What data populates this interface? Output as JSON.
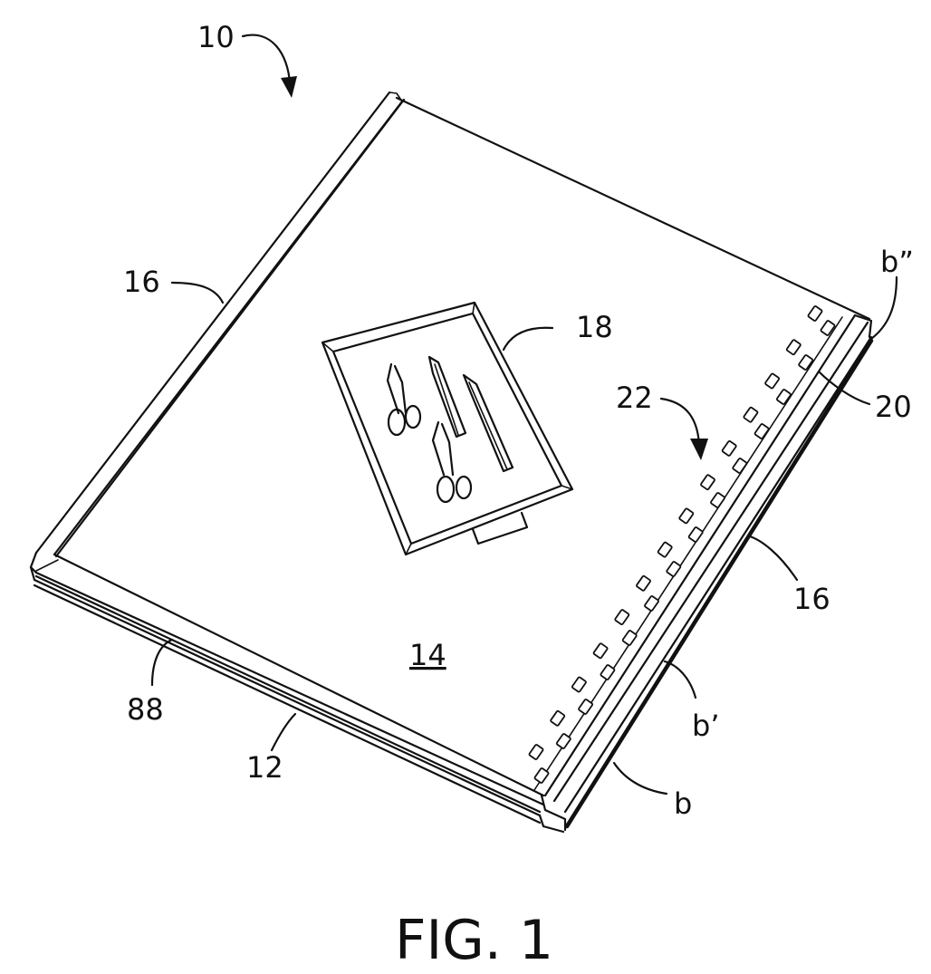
{
  "figure": {
    "caption": "FIG. 1",
    "labels": {
      "ref_10": "10",
      "ref_16_left": "16",
      "ref_18": "18",
      "ref_22": "22",
      "ref_20": "20",
      "ref_b_double_prime": "b”",
      "ref_16_right": "16",
      "ref_14": "14",
      "ref_b_prime": "b’",
      "ref_88": "88",
      "ref_12": "12",
      "ref_b": "b"
    }
  }
}
